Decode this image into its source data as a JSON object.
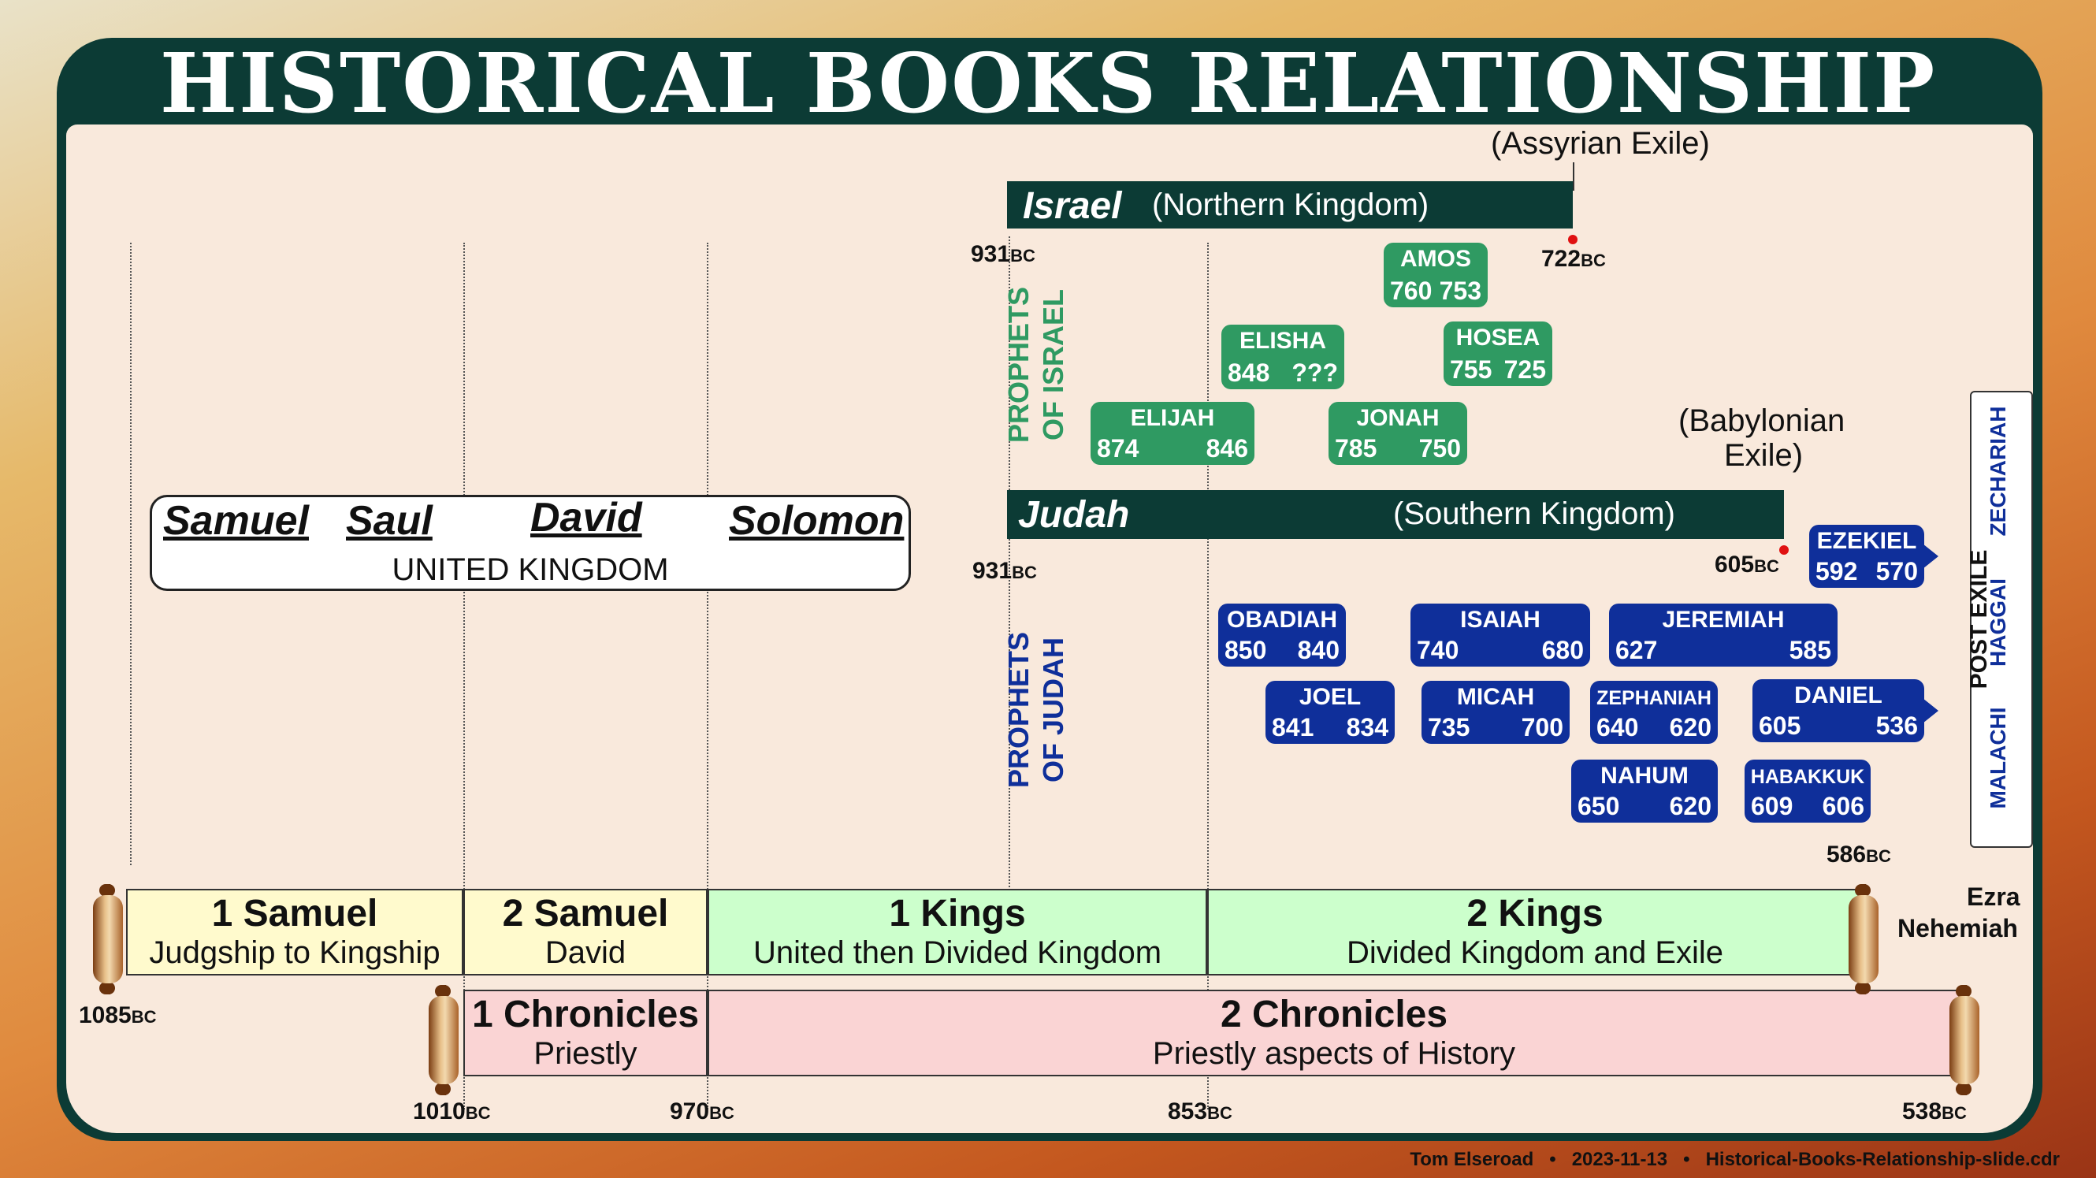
{
  "title": "HISTORICAL BOOKS RELATIONSHIP",
  "israel": {
    "name": "Israel",
    "subtitle": "(Northern Kingdom)",
    "exile": "(Assyrian Exile)",
    "start": "931",
    "end": "722"
  },
  "judah": {
    "name": "Judah",
    "subtitle": "(Southern Kingdom)",
    "exile_line1": "(Babylonian",
    "exile_line2": "Exile)",
    "start": "931",
    "end": "605"
  },
  "bc": "BC",
  "prophets_israel": {
    "label_line1": "PROPHETS",
    "label_line2": "OF ISRAEL",
    "items": [
      {
        "name": "AMOS",
        "start": "760",
        "end": "753"
      },
      {
        "name": "ELISHA",
        "start": "848",
        "end": "???"
      },
      {
        "name": "HOSEA",
        "start": "755",
        "end": "725"
      },
      {
        "name": "ELIJAH",
        "start": "874",
        "end": "846"
      },
      {
        "name": "JONAH",
        "start": "785",
        "end": "750"
      }
    ]
  },
  "prophets_judah": {
    "label_line1": "PROPHETS",
    "label_line2": "OF JUDAH",
    "items": [
      {
        "name": "EZEKIEL",
        "start": "592",
        "end": "570"
      },
      {
        "name": "OBADIAH",
        "start": "850",
        "end": "840"
      },
      {
        "name": "ISAIAH",
        "start": "740",
        "end": "680"
      },
      {
        "name": "JEREMIAH",
        "start": "627",
        "end": "585"
      },
      {
        "name": "JOEL",
        "start": "841",
        "end": "834"
      },
      {
        "name": "MICAH",
        "start": "735",
        "end": "700"
      },
      {
        "name": "ZEPHANIAH",
        "start": "640",
        "end": "620"
      },
      {
        "name": "DANIEL",
        "start": "605",
        "end": "536"
      },
      {
        "name": "NAHUM",
        "start": "650",
        "end": "620"
      },
      {
        "name": "HABAKKUK",
        "start": "609",
        "end": "606"
      }
    ]
  },
  "united_kingdom": {
    "leaders": [
      "Samuel",
      "Saul",
      "David",
      "Solomon"
    ],
    "label": "UNITED KINGDOM"
  },
  "post_exile": {
    "label": "POST EXILE",
    "prophets": [
      "MALACHI",
      "HAGGAI",
      "ZECHARIAH"
    ]
  },
  "ezra": "Ezra",
  "nehemiah": "Nehemiah",
  "books": [
    {
      "title": "1 Samuel",
      "subtitle": "Judgship to Kingship"
    },
    {
      "title": "2 Samuel",
      "subtitle": "David"
    },
    {
      "title": "1 Kings",
      "subtitle": "United then Divided Kingdom"
    },
    {
      "title": "2 Kings",
      "subtitle": "Divided Kingdom and Exile"
    },
    {
      "title": "1 Chronicles",
      "subtitle": "Priestly"
    },
    {
      "title": "2 Chronicles",
      "subtitle": "Priestly aspects of History"
    }
  ],
  "dates": {
    "d1085": "1085",
    "d1010": "1010",
    "d970": "970",
    "d853": "853",
    "d586": "586",
    "d538": "538"
  },
  "colors": {
    "dark_green": "#0c3b35",
    "israel_prophet": "#2f9a62",
    "judah_prophet": "#0f2f9a",
    "samuel_books": "#fffacd",
    "kings_books": "#ccffcc",
    "chronicles_books": "#fad4d4",
    "panel": "#f9e9dc"
  },
  "footer": {
    "author": "Tom Elseroad",
    "date": "2023-11-13",
    "file": "Historical-Books-Relationship-slide.cdr",
    "separator": "•"
  }
}
